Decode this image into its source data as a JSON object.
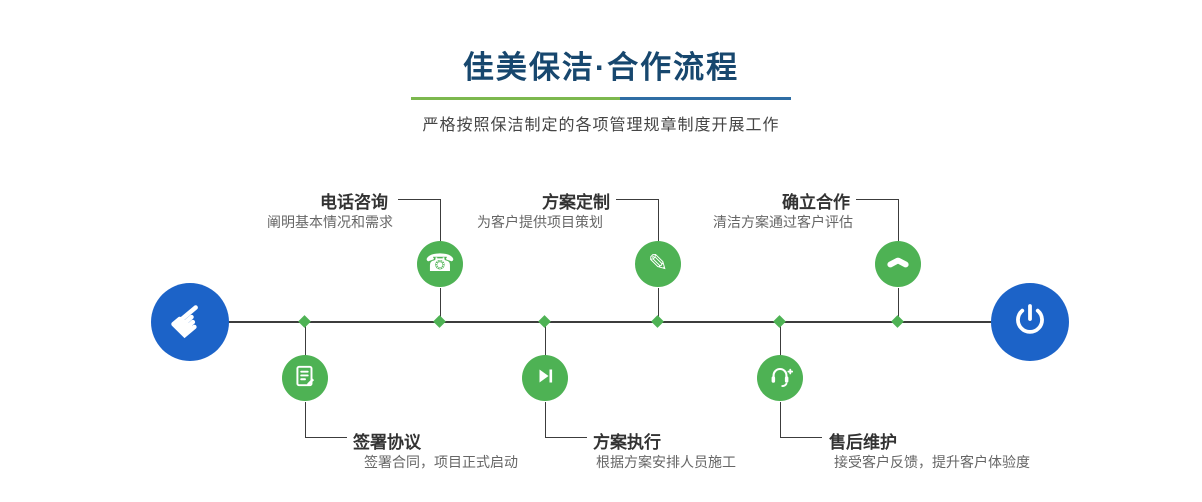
{
  "page": {
    "title": "佳美保洁·合作流程",
    "subtitle": "严格按照保洁制定的各项管理规章制度开展工作"
  },
  "colors": {
    "title_navy": "#17476e",
    "divider_green": "#7cb84e",
    "divider_blue": "#2e6da4",
    "step_green": "#4eb254",
    "endpoint_blue": "#1c63c8",
    "connector_dark": "#3c3c3c"
  },
  "flow": {
    "start": {
      "icon": "hand-pointer-icon"
    },
    "end": {
      "icon": "power-icon"
    },
    "steps_top": [
      {
        "title": "电话咨询",
        "desc": "阐明基本情况和需求",
        "icon": "phone-icon"
      },
      {
        "title": "方案定制",
        "desc": "为客户提供项目策划",
        "icon": "pencil-icon"
      },
      {
        "title": "确立合作",
        "desc": "清洁方案通过客户评估",
        "icon": "handshake-icon"
      }
    ],
    "steps_bottom": [
      {
        "title": "签署协议",
        "desc": "签署合同，项目正式启动",
        "icon": "contract-icon"
      },
      {
        "title": "方案执行",
        "desc": "根据方案安排人员施工",
        "icon": "play-icon"
      },
      {
        "title": "售后维护",
        "desc": "接受客户反馈，提升客户体验度",
        "icon": "headset-icon"
      }
    ]
  }
}
